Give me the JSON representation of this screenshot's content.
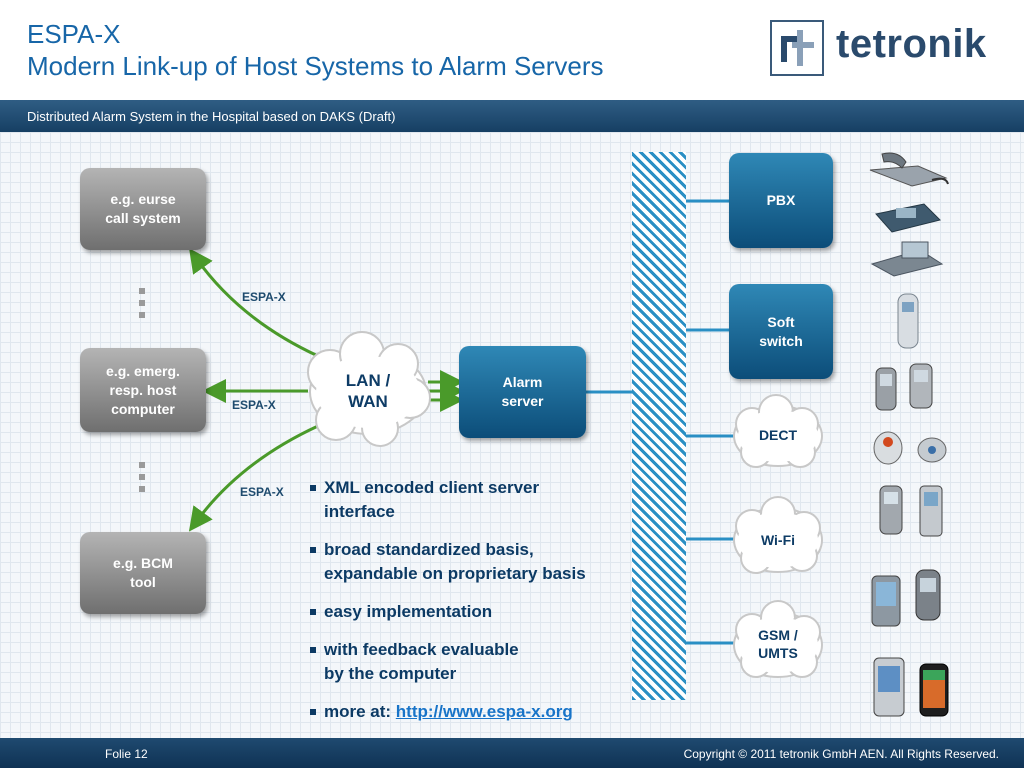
{
  "header": {
    "title_line1": "ESPA-X",
    "title_line2": "Modern Link-up of Host Systems to Alarm Servers",
    "logo_text": "tetronik"
  },
  "subtitle_bar": "Distributed Alarm System in the Hospital based on DAKS (Draft)",
  "diagram": {
    "hosts": [
      {
        "label": "e.g. eurse\ncall system"
      },
      {
        "label": "e.g. emerg.\nresp. host\ncomputer"
      },
      {
        "label": "e.g. BCM\ntool"
      }
    ],
    "links": [
      "ESPA-X",
      "ESPA-X",
      "ESPA-X"
    ],
    "network": "LAN /\nWAN",
    "alarm_server": "Alarm\nserver",
    "servers": [
      {
        "label": "PBX"
      },
      {
        "label": "Soft\nswitch"
      }
    ],
    "clouds": [
      {
        "label": "DECT"
      },
      {
        "label": "Wi-Fi"
      },
      {
        "label": "GSM /\nUMTS"
      }
    ],
    "colors": {
      "link_green": "#4a9a2a",
      "server_blue": "#0c4d79",
      "hatch_blue": "#2a8fc4"
    }
  },
  "bullets": [
    "XML encoded client server\ninterface",
    "broad standardized basis,\nexpandable on proprietary basis",
    "easy implementation",
    "with feedback evaluable\nby the computer"
  ],
  "more": {
    "prefix": "more at: ",
    "link": "http://www.espa-x.org"
  },
  "footer": {
    "slide": "Folie 12",
    "copyright": "Copyright © 2011 tetronik GmbH AEN. All Rights Reserved."
  }
}
